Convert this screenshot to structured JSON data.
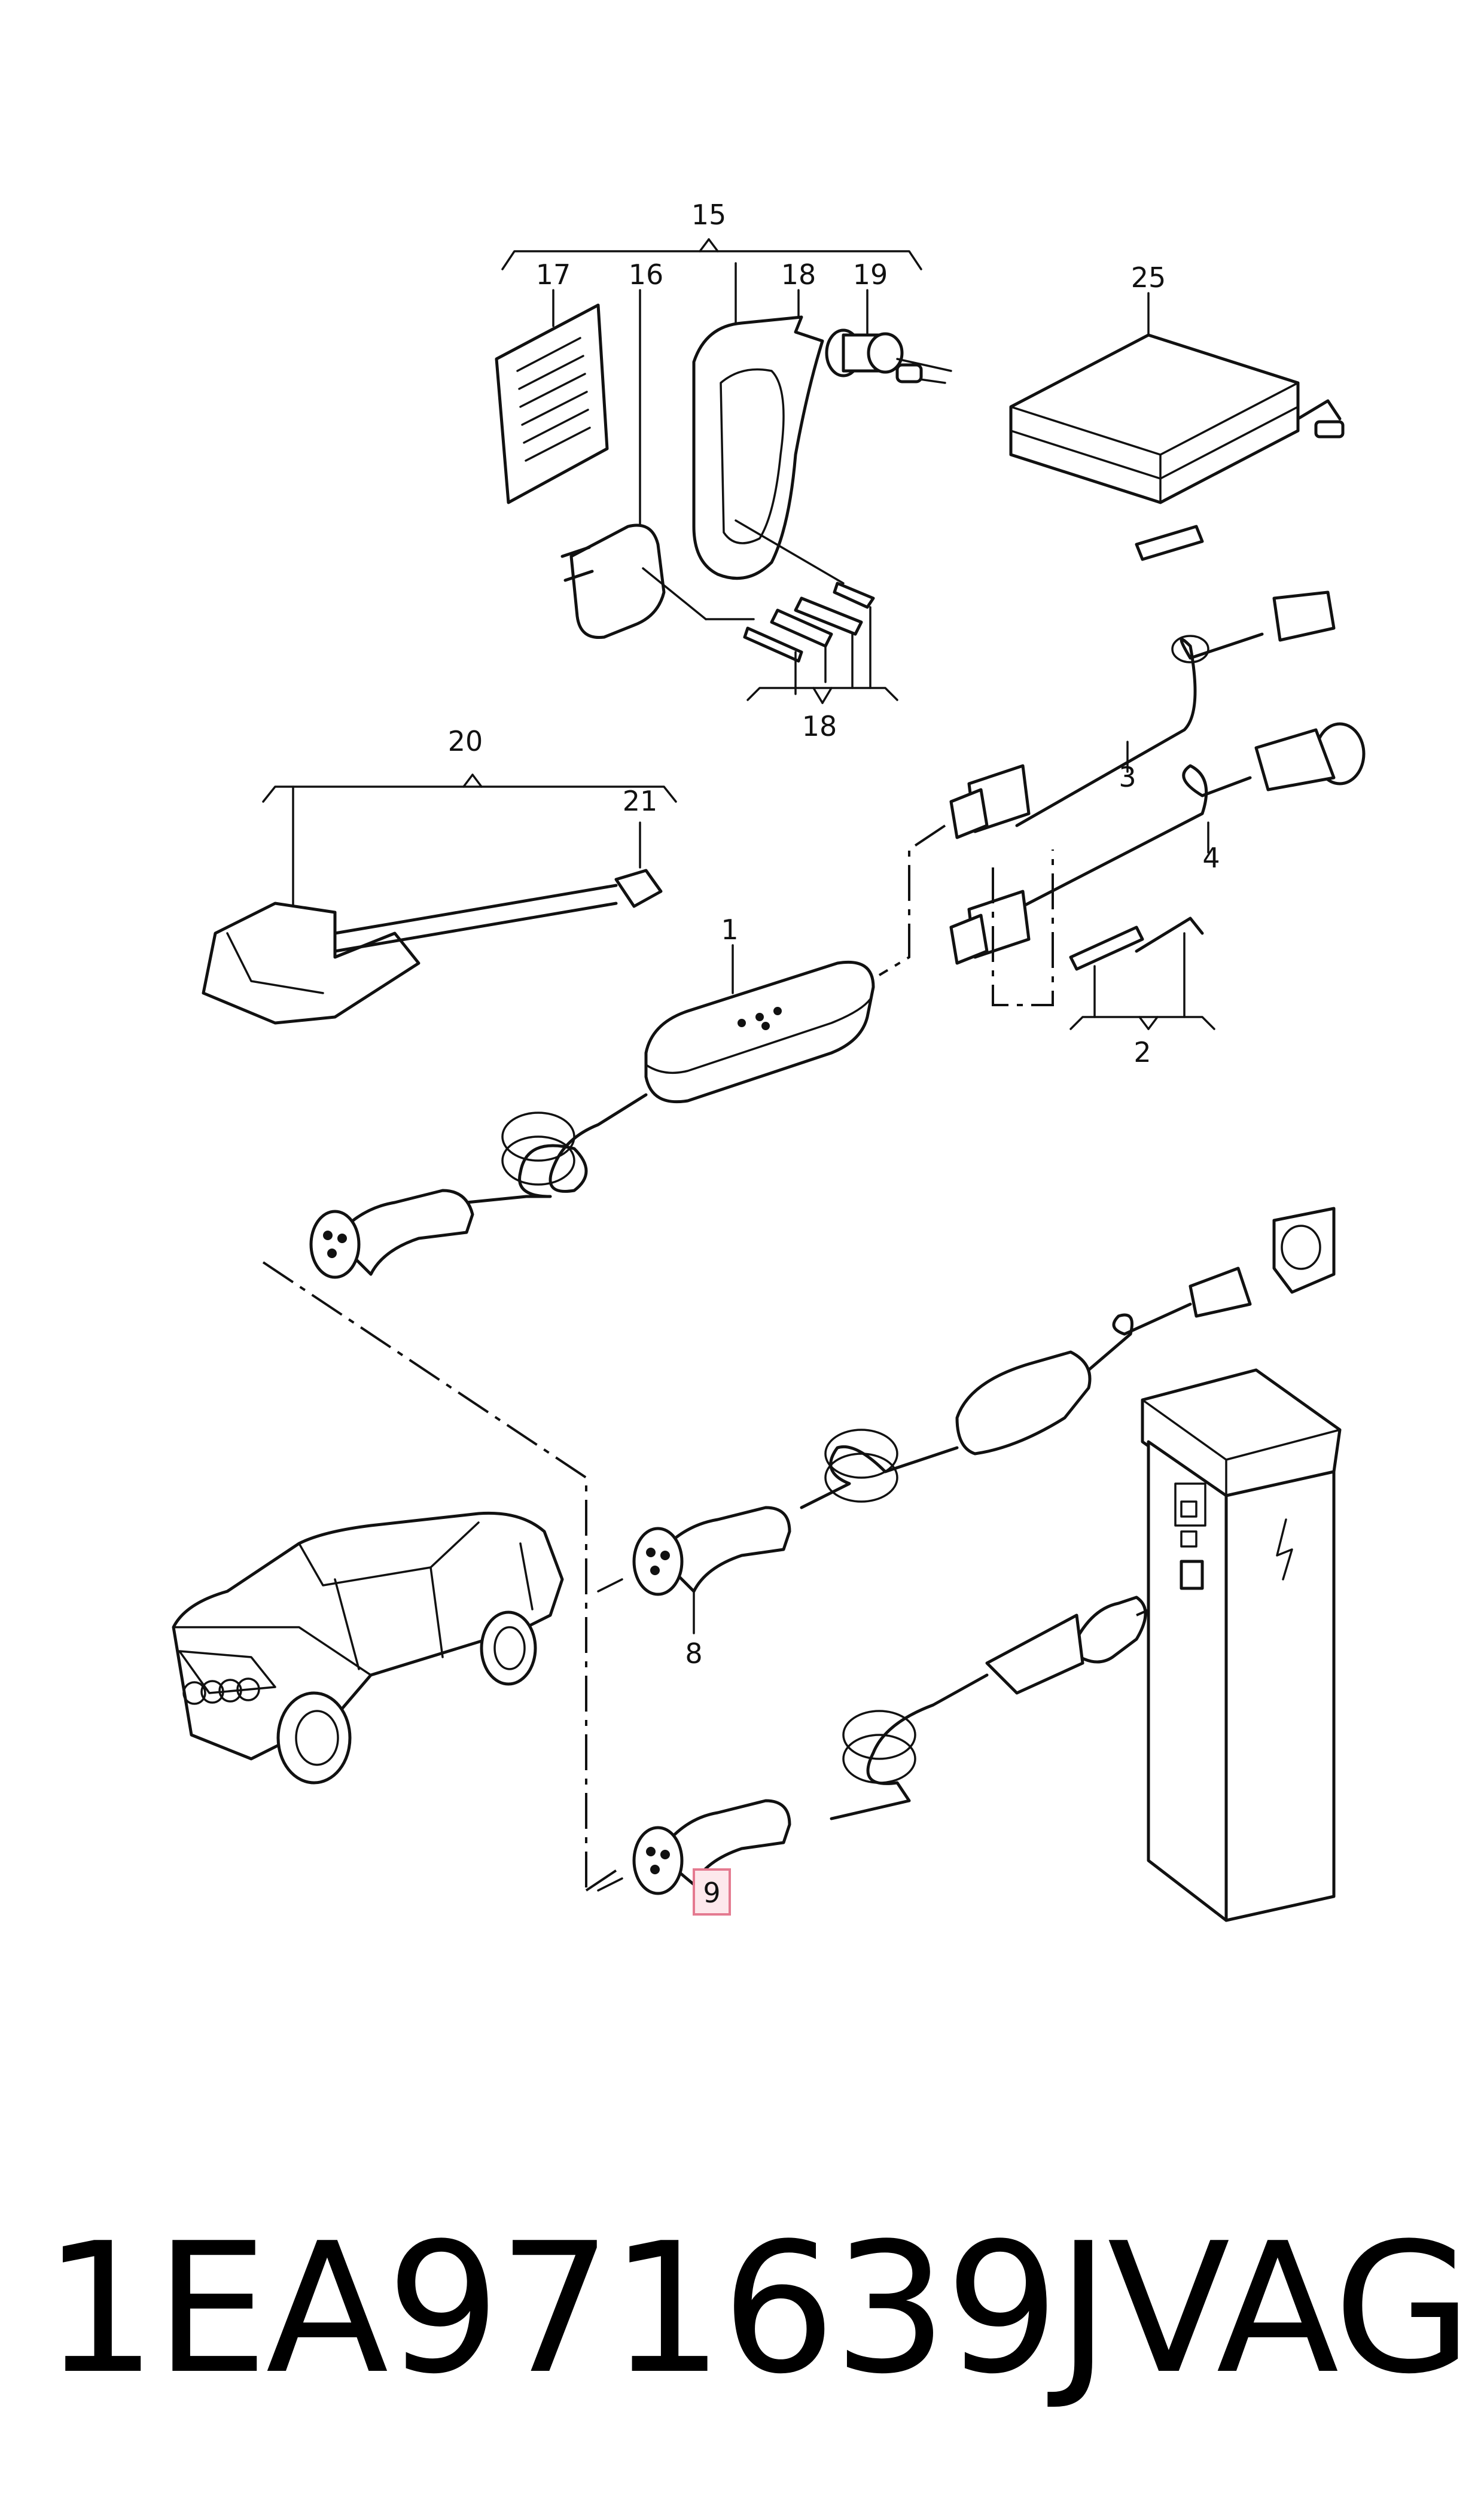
{
  "diagram": {
    "callouts": [
      "15",
      "17",
      "16",
      "18",
      "19",
      "25",
      "18",
      "20",
      "21",
      "3",
      "4",
      "1",
      "2",
      "8",
      "9"
    ],
    "highlighted_callout": "9",
    "highlight_color": "#e47a90"
  },
  "footer": {
    "part_number": "1EA971639J",
    "brand": "VAG"
  }
}
